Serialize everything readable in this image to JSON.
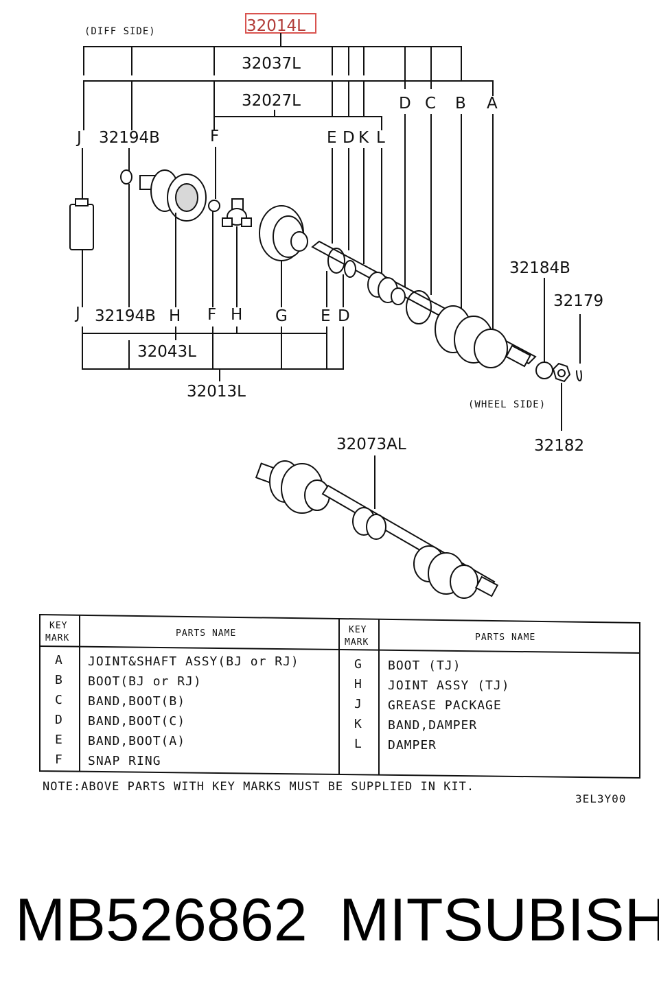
{
  "diagram": {
    "highlighted_part": "32014L",
    "labels": {
      "diff_side": "(DIFF SIDE)",
      "wheel_side": "(WHEEL SIDE)",
      "p32037L": "32037L",
      "p32027L": "32027L",
      "p32194B_top": "32194B",
      "p32194B_bottom": "32194B",
      "p32043L": "32043L",
      "p32013L": "32013L",
      "p32184B": "32184B",
      "p32179": "32179",
      "p32182": "32182",
      "p32073AL": "32073AL",
      "key_J_top": "J",
      "key_F_top": "F",
      "key_E_top": "E",
      "key_D_top": "D",
      "key_K_top": "K",
      "key_L_top": "L",
      "key_D_right": "D",
      "key_C_right": "C",
      "key_B_right": "B",
      "key_A_right": "A",
      "key_J_bottom": "J",
      "key_H_bottom": "H",
      "key_F_bottom": "F",
      "key_H2_bottom": "H",
      "key_G_bottom": "G",
      "key_E_bottom": "E",
      "key_D_bottom": "D"
    }
  },
  "table": {
    "col_key_mark": "KEY MARK",
    "col_key_mark_line1": "KEY",
    "col_key_mark_line2": "MARK",
    "col_parts_name": "PARTS NAME",
    "left": [
      {
        "key": "A",
        "name": "JOINT&SHAFT ASSY(BJ or RJ)"
      },
      {
        "key": "B",
        "name": "BOOT(BJ or RJ)"
      },
      {
        "key": "C",
        "name": "BAND,BOOT(B)"
      },
      {
        "key": "D",
        "name": "BAND,BOOT(C)"
      },
      {
        "key": "E",
        "name": "BAND,BOOT(A)"
      },
      {
        "key": "F",
        "name": "SNAP RING"
      }
    ],
    "right": [
      {
        "key": "G",
        "name": "BOOT (TJ)"
      },
      {
        "key": "H",
        "name": "JOINT ASSY (TJ)"
      },
      {
        "key": "J",
        "name": "GREASE PACKAGE"
      },
      {
        "key": "K",
        "name": "BAND,DAMPER"
      },
      {
        "key": "L",
        "name": "DAMPER"
      }
    ],
    "note": "NOTE:ABOVE PARTS WITH KEY MARKS MUST BE SUPPLIED IN KIT.",
    "code": "3EL3Y00"
  },
  "footer": {
    "part_number": "MB526862",
    "brand": "MITSUBISHI"
  },
  "colors": {
    "highlight": "#d9534f",
    "ink": "#111111"
  }
}
